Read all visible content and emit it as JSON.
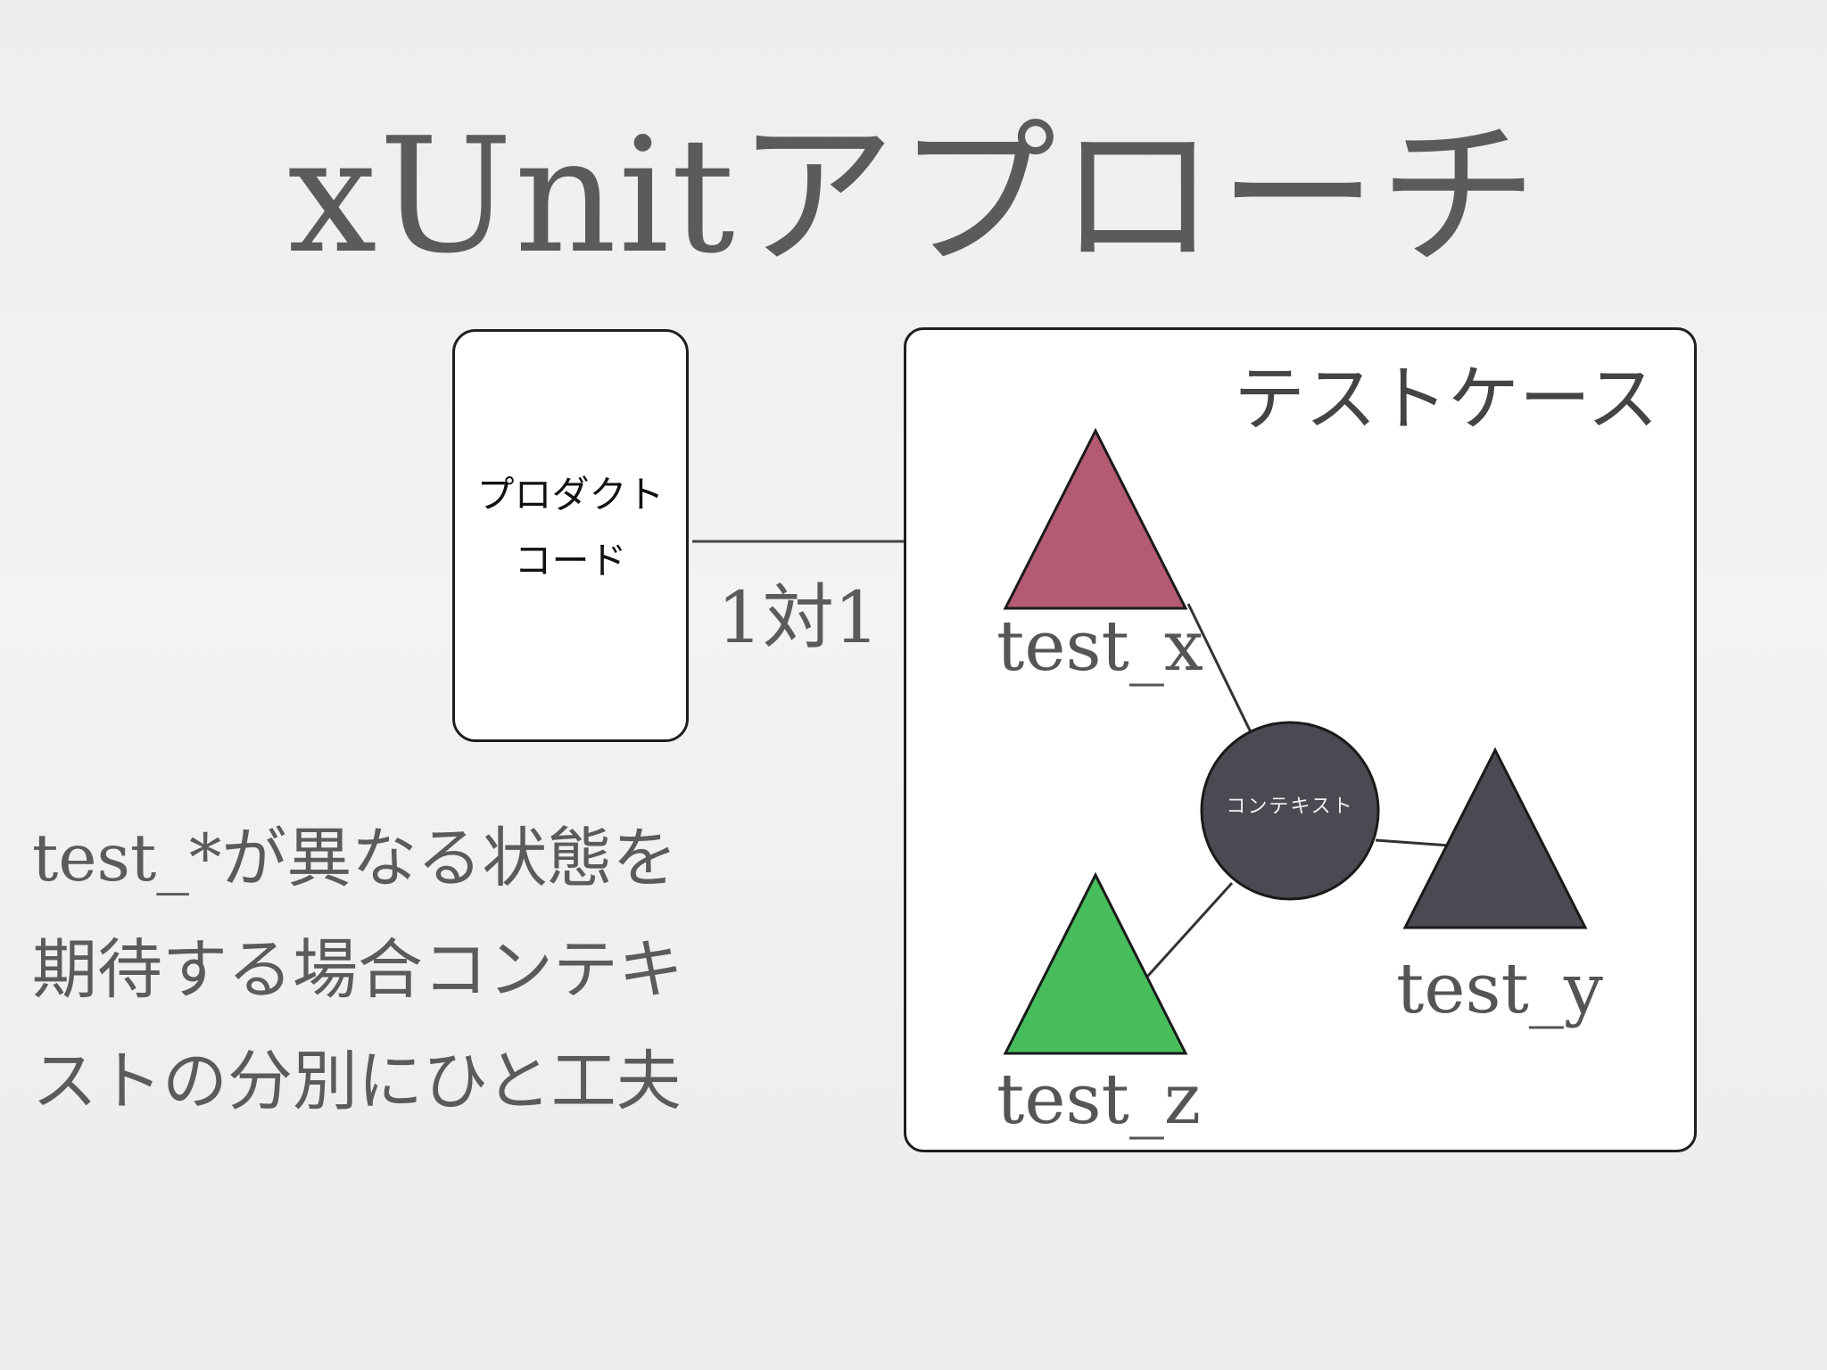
{
  "title": "xUnitアプローチ",
  "product": {
    "label": "プロダクト\nコード"
  },
  "relation": {
    "label": "1対1"
  },
  "test_case": {
    "title": "テストケース",
    "context_label": "コンテキスト",
    "tests": {
      "x": {
        "label": "test_x",
        "color": "#b55a73"
      },
      "y": {
        "label": "test_y",
        "color": "#4a4a52"
      },
      "z": {
        "label": "test_z",
        "color": "#47bd5c"
      }
    },
    "context_color": "#4a4a52"
  },
  "note": {
    "lines": [
      "test_*が異なる状態を",
      "期待する場合コンテキ",
      "ストの分別にひと工夫"
    ]
  }
}
